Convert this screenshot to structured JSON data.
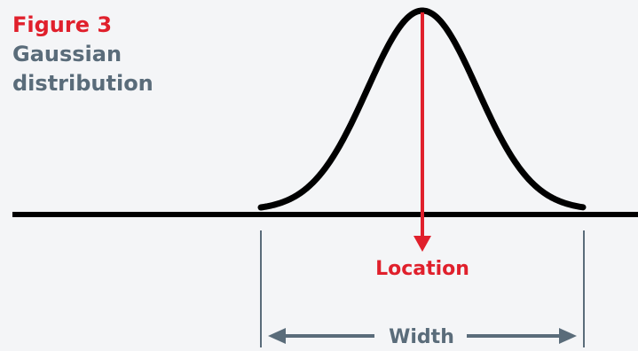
{
  "figure": {
    "label": "Figure 3",
    "title_line1": "Gaussian",
    "title_line2": "distribution"
  },
  "annotations": {
    "location": "Location",
    "width": "Width"
  },
  "colors": {
    "background": "#f4f5f7",
    "curve": "#000000",
    "accent_red": "#e0202c",
    "slate": "#5a6c7a"
  }
}
